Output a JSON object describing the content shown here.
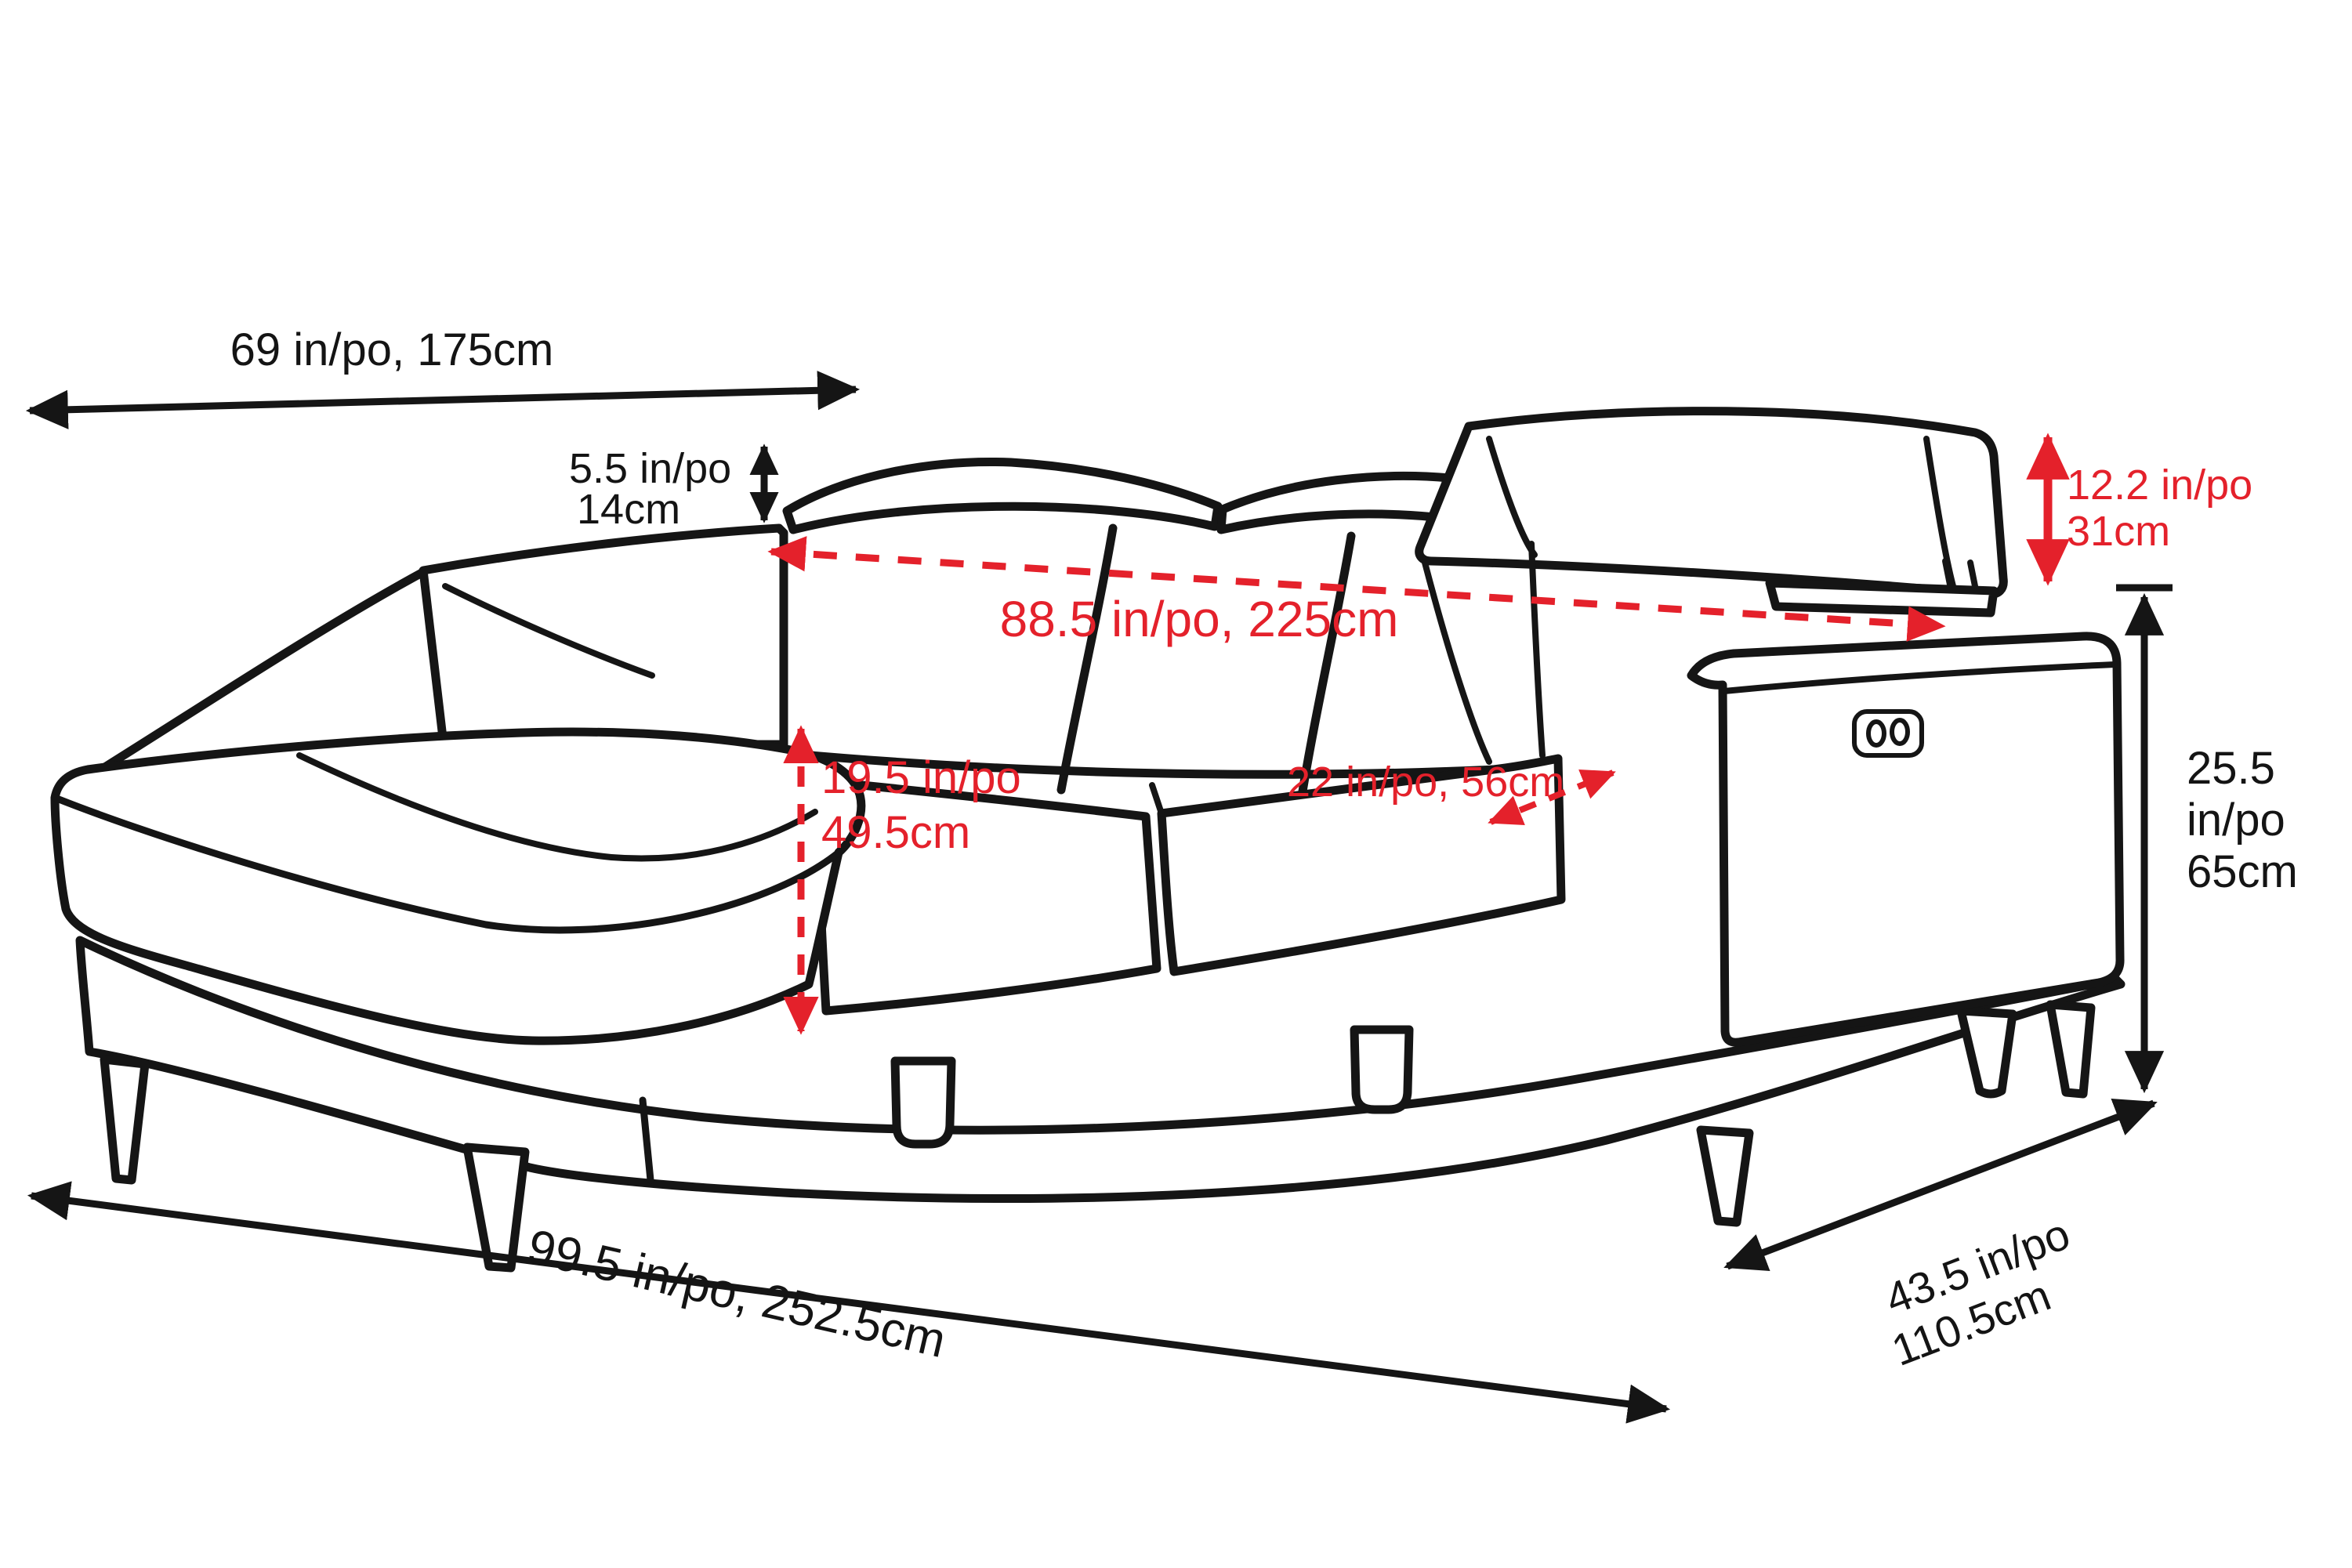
{
  "diagram": {
    "kind": "sectional-sofa-dimension-diagram",
    "background_color": "#ffffff",
    "line_color": "#151515",
    "accent_color": "#e4212b"
  },
  "dimensions": {
    "chaise_length": {
      "label": "69 in/po, 175cm",
      "color": "black"
    },
    "headrest_thickness": {
      "line1": "5.5 in/po",
      "line2": "14cm",
      "color": "black"
    },
    "back_width": {
      "label": "88.5 in/po, 225cm",
      "color": "red"
    },
    "seat_height": {
      "line1": "19.5 in/po",
      "line2": "49.5cm",
      "color": "red"
    },
    "seat_depth": {
      "label": "22 in/po, 56cm",
      "color": "red"
    },
    "headrest_rise": {
      "line1": "12.2 in/po",
      "line2": "31cm",
      "color": "red"
    },
    "arm_height": {
      "line1": "25.5",
      "line2": "in/po",
      "line3": "65cm",
      "color": "black"
    },
    "overall_length": {
      "label": "99.5 in/po, 252.5cm",
      "color": "black"
    },
    "overall_depth": {
      "line1": "43.5 in/po",
      "line2": "110.5cm",
      "color": "black"
    }
  },
  "icons": {
    "power_button": "power-recline-button-icon"
  }
}
